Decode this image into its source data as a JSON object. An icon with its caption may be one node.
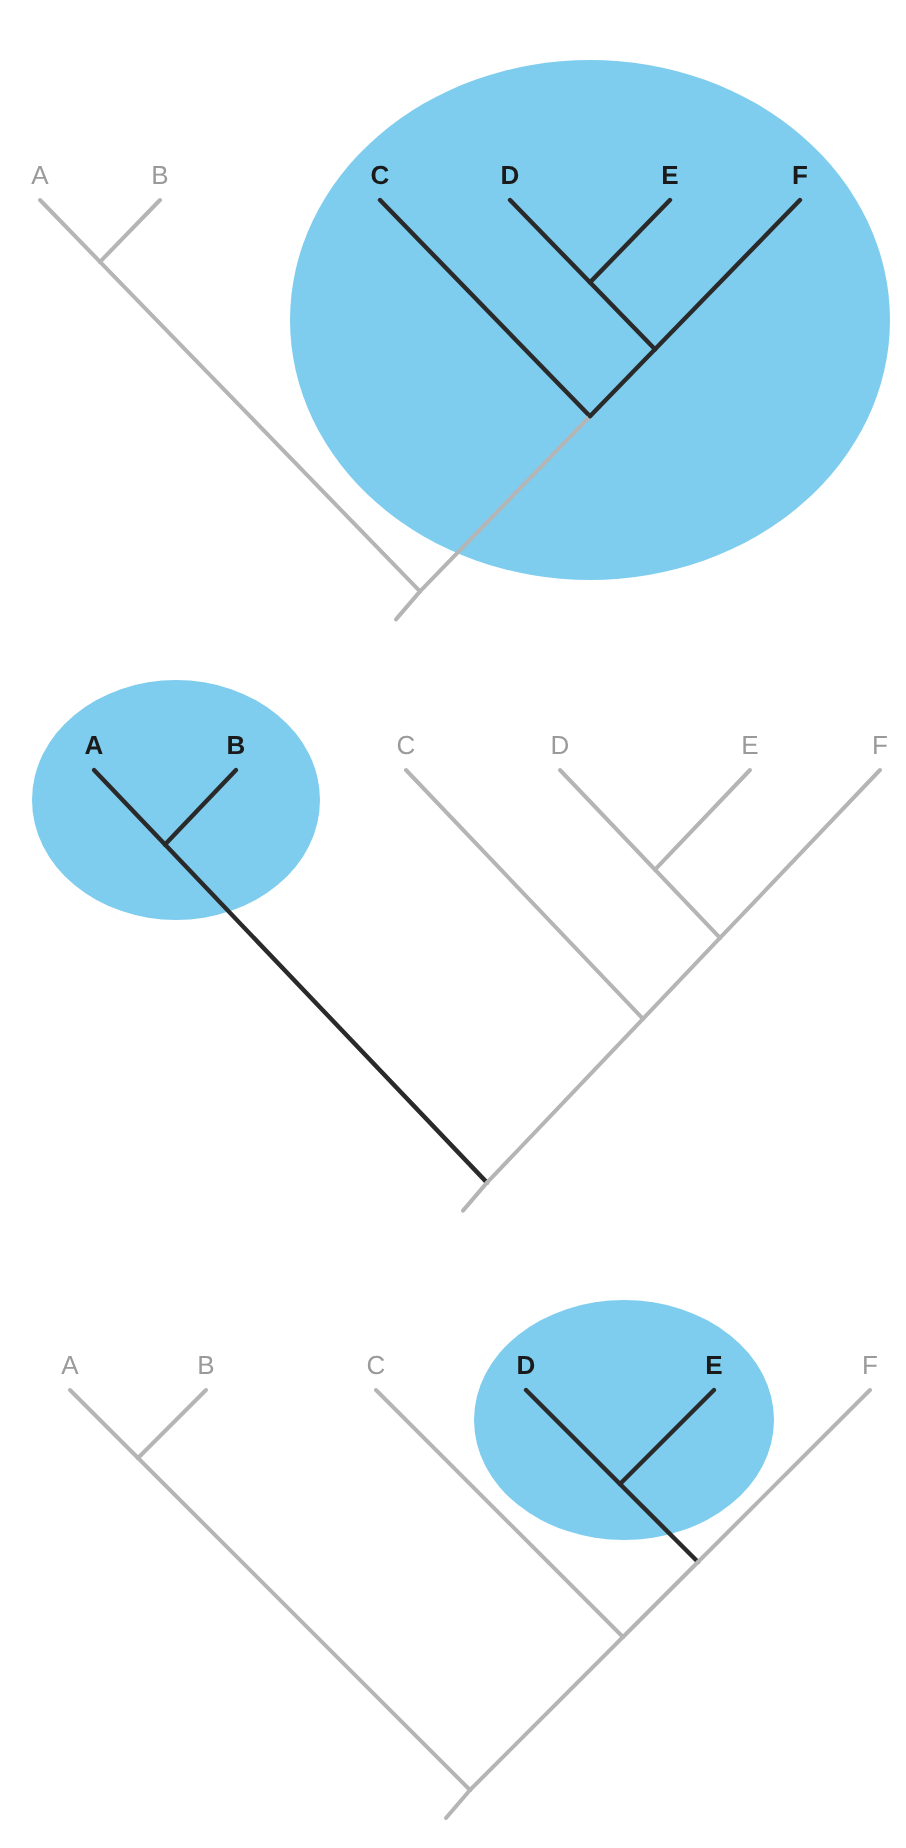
{
  "diagram": {
    "nodes": [
      {
        "text": [
          "A"
        ]
      },
      {
        "text": [
          "B"
        ]
      },
      {
        "text": [],
        "shape": "circle"
      },
      {
        "text": [
          "C"
        ],
        "in": 2
      },
      {
        "text": [
          "D"
        ],
        "in": 2
      },
      {
        "text": [
          "E"
        ],
        "in": 2
      },
      {
        "text": [
          "F"
        ],
        "in": 2
      },
      {
        "text": [],
        "shape": "circle"
      },
      {
        "text": [
          "A"
        ],
        "in": 7
      },
      {
        "text": [
          "B"
        ],
        "in": 7
      },
      {
        "text": [
          "C"
        ]
      },
      {
        "text": [
          "D"
        ]
      },
      {
        "text": [
          "E"
        ]
      },
      {
        "text": [
          "F"
        ]
      },
      {
        "text": [
          "A"
        ]
      },
      {
        "text": [
          "B"
        ]
      },
      {
        "text": [
          "C"
        ]
      },
      {
        "text": [],
        "shape": "circle"
      },
      {
        "text": [
          "D"
        ],
        "in": 17
      },
      {
        "text": [
          "E"
        ],
        "in": 17
      },
      {
        "text": [
          "F"
        ]
      }
    ]
  }
}
